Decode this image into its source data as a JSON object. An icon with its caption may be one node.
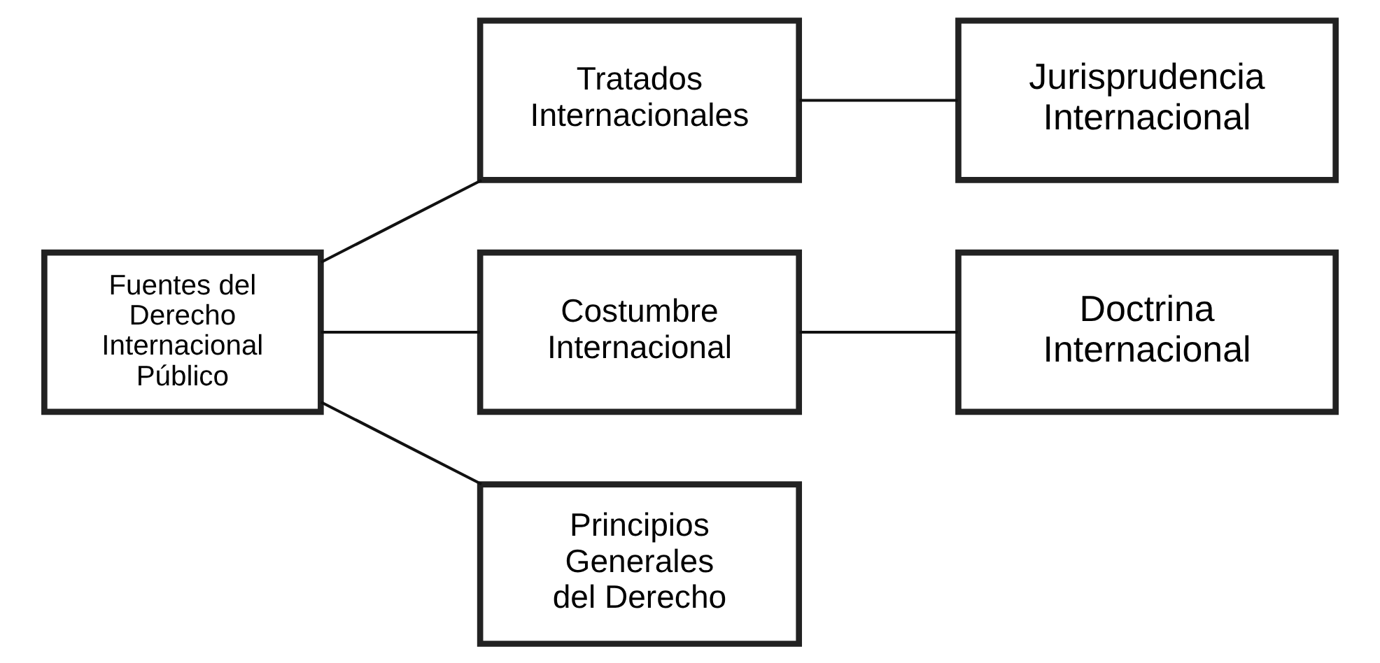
{
  "diagram": {
    "nodes": [
      {
        "text": [
          "Fuentes del Derecho Internacional Público"
        ]
      },
      {
        "text": [
          "Tratados Internacionales"
        ]
      },
      {
        "text": [
          "Jurisprudencia Internacional"
        ]
      },
      {
        "text": [
          "Costumbre Internacional"
        ]
      },
      {
        "text": [
          "Doctrina Internacional"
        ]
      },
      {
        "text": [
          "Principios Generales del Derecho"
        ]
      }
    ],
    "edges": [
      {
        "from": 0,
        "to": 1,
        "arrow": "none"
      },
      {
        "from": 0,
        "to": 3,
        "arrow": "none"
      },
      {
        "from": 0,
        "to": 5,
        "arrow": "none"
      },
      {
        "from": 1,
        "to": 2,
        "arrow": "none"
      },
      {
        "from": 3,
        "to": 4,
        "arrow": "none"
      }
    ]
  }
}
